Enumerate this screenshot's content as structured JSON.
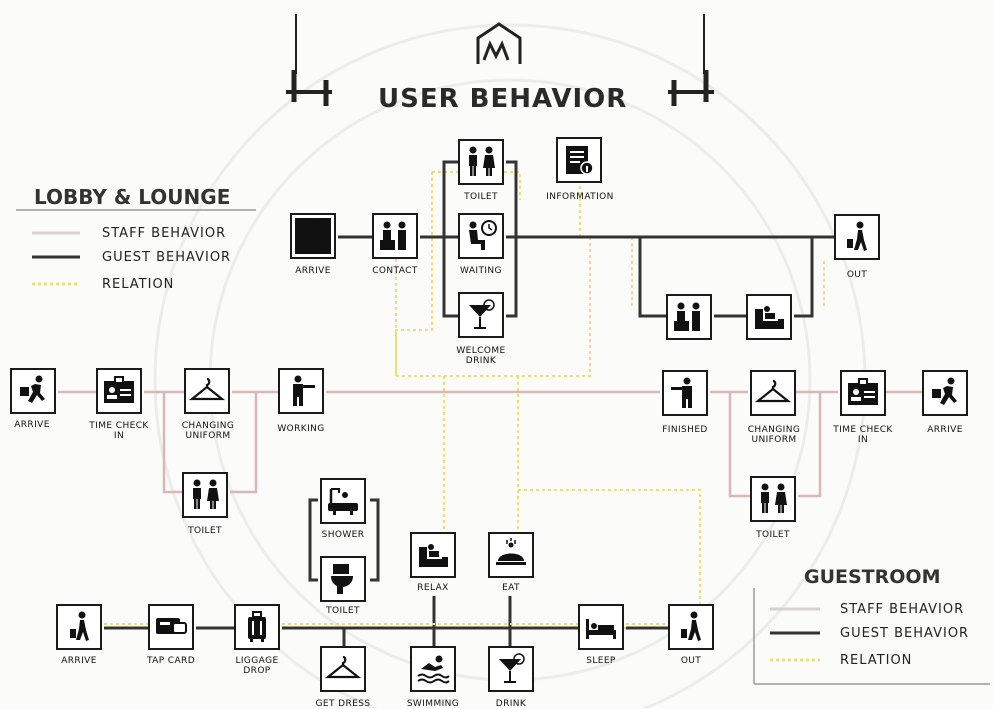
{
  "title": "USER BEHAVIOR",
  "colors": {
    "staff": "#d2b3b3",
    "guest": "#333333",
    "relation": "#eee68a",
    "icon": "#111111"
  },
  "lobby": {
    "heading": "LOBBY & LOUNGE",
    "legend": {
      "staff": "STAFF BEHAVIOR",
      "guest": "GUEST BEHAVIOR",
      "relation": "RELATION"
    },
    "nodes": {
      "arrive": "ARRIVE",
      "contact": "CONTACT",
      "toilet": "TOILET",
      "waiting": "WAITING",
      "welcome_drink": "WELCOME DRINK",
      "information": "INFORMATION",
      "out": "OUT"
    }
  },
  "staff": {
    "nodes": {
      "arrive_left": "ARRIVE",
      "time_check_in_left": "TIME CHECK IN",
      "changing_uniform_left": "CHANGING UNIFORM",
      "working": "WORKING",
      "toilet_left": "TOILET",
      "finished": "FINISHED",
      "changing_uniform_right": "CHANGING UNIFORM",
      "time_check_in_right": "TIME CHECK IN",
      "arrive_right": "ARRIVE",
      "toilet_right": "TOILET"
    }
  },
  "guestroom": {
    "heading": "GUESTROOM",
    "legend": {
      "staff": "STAFF BEHAVIOR",
      "guest": "GUEST BEHAVIOR",
      "relation": "RELATION"
    },
    "nodes": {
      "arrive": "ARRIVE",
      "tap_card": "TAP CARD",
      "luggage_drop": "LIGGAGE DROP",
      "get_dress": "GET DRESS",
      "shower": "SHOWER",
      "toilet": "TOILET",
      "swimming": "SWIMMING",
      "relax": "RELAX",
      "eat": "EAT",
      "drink": "DRINK",
      "sleep": "SLEEP",
      "out": "OUT"
    }
  }
}
